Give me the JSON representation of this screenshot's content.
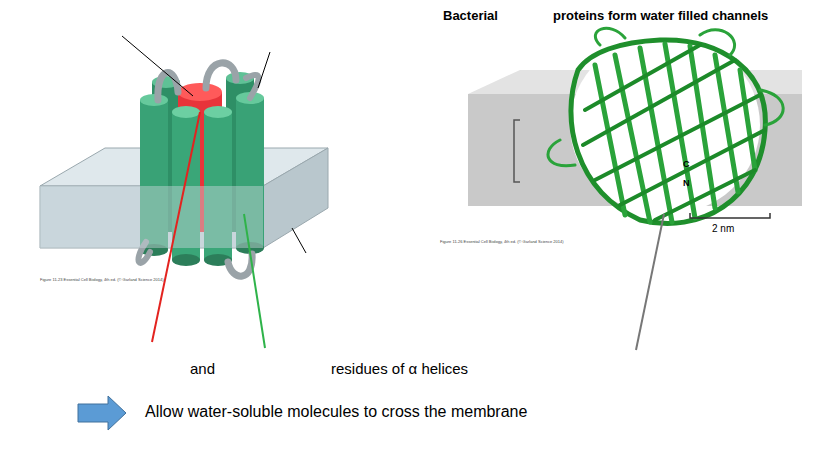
{
  "diagram": {
    "labels": [
      "Bacterial",
      "proteins form water filled channels",
      "and",
      "residues of α helices",
      "Allow water-soluble molecules to cross the membrane",
      "C",
      "N",
      "2 nm",
      "Figure 11-23 Essential Cell Biology, 4th ed. (© Garland Science 2014)",
      "Figure 11-26 Essential Cell Biology, 4th ed. (© Garland Science 2014)"
    ]
  }
}
